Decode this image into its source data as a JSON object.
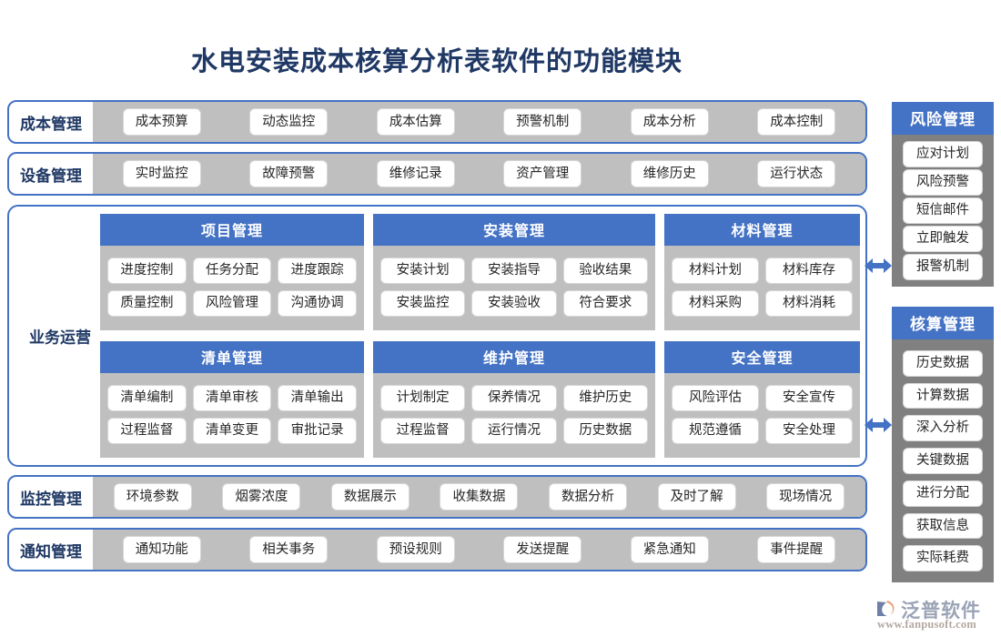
{
  "title": "水电安装成本核算分析表软件的功能模块",
  "rows": [
    {
      "label": "成本管理",
      "chips": [
        "成本预算",
        "动态监控",
        "成本估算",
        "预警机制",
        "成本分析",
        "成本控制"
      ]
    },
    {
      "label": "设备管理",
      "chips": [
        "实时监控",
        "故障预警",
        "维修记录",
        "资产管理",
        "维修历史",
        "运行状态"
      ]
    }
  ],
  "bottom_rows": [
    {
      "label": "监控管理",
      "chips": [
        "环境参数",
        "烟雾浓度",
        "数据展示",
        "收集数据",
        "数据分析",
        "及时了解",
        "现场情况"
      ]
    },
    {
      "label": "通知管理",
      "chips": [
        "通知功能",
        "相关事务",
        "预设规则",
        "发送提醒",
        "紧急通知",
        "事件提醒"
      ]
    }
  ],
  "operations": {
    "label": "业务运营",
    "modules": [
      {
        "title": "项目管理",
        "rows": [
          [
            "进度控制",
            "任务分配",
            "进度跟踪"
          ],
          [
            "质量控制",
            "风险管理",
            "沟通协调"
          ]
        ]
      },
      {
        "title": "安装管理",
        "rows": [
          [
            "安装计划",
            "安装指导",
            "验收结果"
          ],
          [
            "安装监控",
            "安装验收",
            "符合要求"
          ]
        ]
      },
      {
        "title": "材料管理",
        "rows": [
          [
            "材料计划",
            "材料库存"
          ],
          [
            "材料采购",
            "材料消耗"
          ]
        ]
      },
      {
        "title": "清单管理",
        "rows": [
          [
            "清单编制",
            "清单审核",
            "清单输出"
          ],
          [
            "过程监督",
            "清单变更",
            "审批记录"
          ]
        ]
      },
      {
        "title": "维护管理",
        "rows": [
          [
            "计划制定",
            "保养情况",
            "维护历史"
          ],
          [
            "过程监督",
            "运行情况",
            "历史数据"
          ]
        ]
      },
      {
        "title": "安全管理",
        "rows": [
          [
            "风险评估",
            "安全宣传"
          ],
          [
            "规范遵循",
            "安全处理"
          ]
        ]
      }
    ]
  },
  "side_panels": [
    {
      "title": "风险管理",
      "items": [
        "应对计划",
        "风险预警",
        "短信邮件",
        "立即触发",
        "报警机制"
      ]
    },
    {
      "title": "核算管理",
      "items": [
        "历史数据",
        "计算数据",
        "深入分析",
        "关键数据",
        "进行分配",
        "获取信息",
        "实际耗费"
      ]
    }
  ],
  "logo": {
    "name": "泛普软件",
    "url": "www.fanpusoft.com"
  },
  "colors": {
    "accent_blue": "#4472C4",
    "title_navy": "#1F3864",
    "strip_gray": "#BFBFBF",
    "panel_gray": "#808080",
    "chip_white": "#FFFFFF"
  }
}
